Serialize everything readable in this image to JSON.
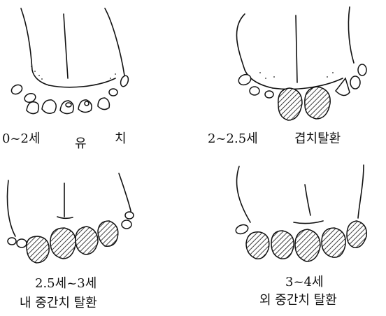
{
  "figures": [
    {
      "age": "0~2세",
      "stage_parts": [
        "유",
        "치"
      ]
    },
    {
      "age": "2~2.5세",
      "stage": "겹치탈환"
    },
    {
      "age": "2.5세~3세",
      "stage": "내 중간치 탈환"
    },
    {
      "age": "3~4세",
      "stage": "외 중간치 탈환"
    }
  ]
}
